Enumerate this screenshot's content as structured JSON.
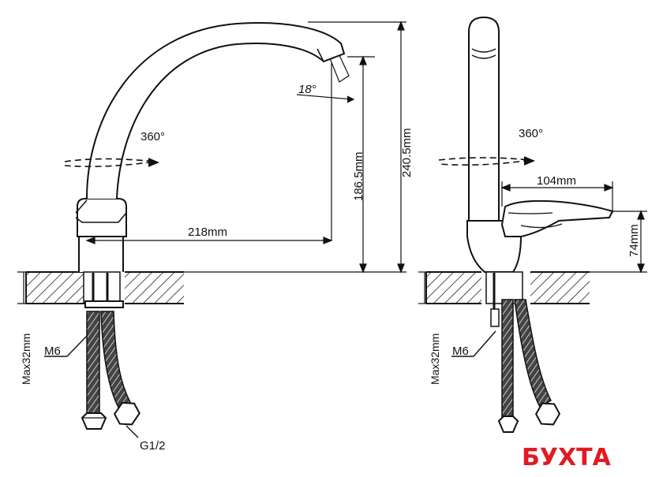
{
  "side_view": {
    "rotation": "360°",
    "spout_angle": "18°",
    "spout_reach": "218mm",
    "spout_height": "186.5mm",
    "total_height": "240.5mm",
    "max_thickness": "Max32mm",
    "stud": "M6",
    "hose_thread": "G1/2"
  },
  "front_view": {
    "rotation": "360°",
    "handle_length": "104mm",
    "handle_height": "74mm",
    "max_thickness": "Max32mm",
    "stud": "M6"
  },
  "logo": {
    "text": "БУХТА",
    "color": "#e01b22"
  }
}
